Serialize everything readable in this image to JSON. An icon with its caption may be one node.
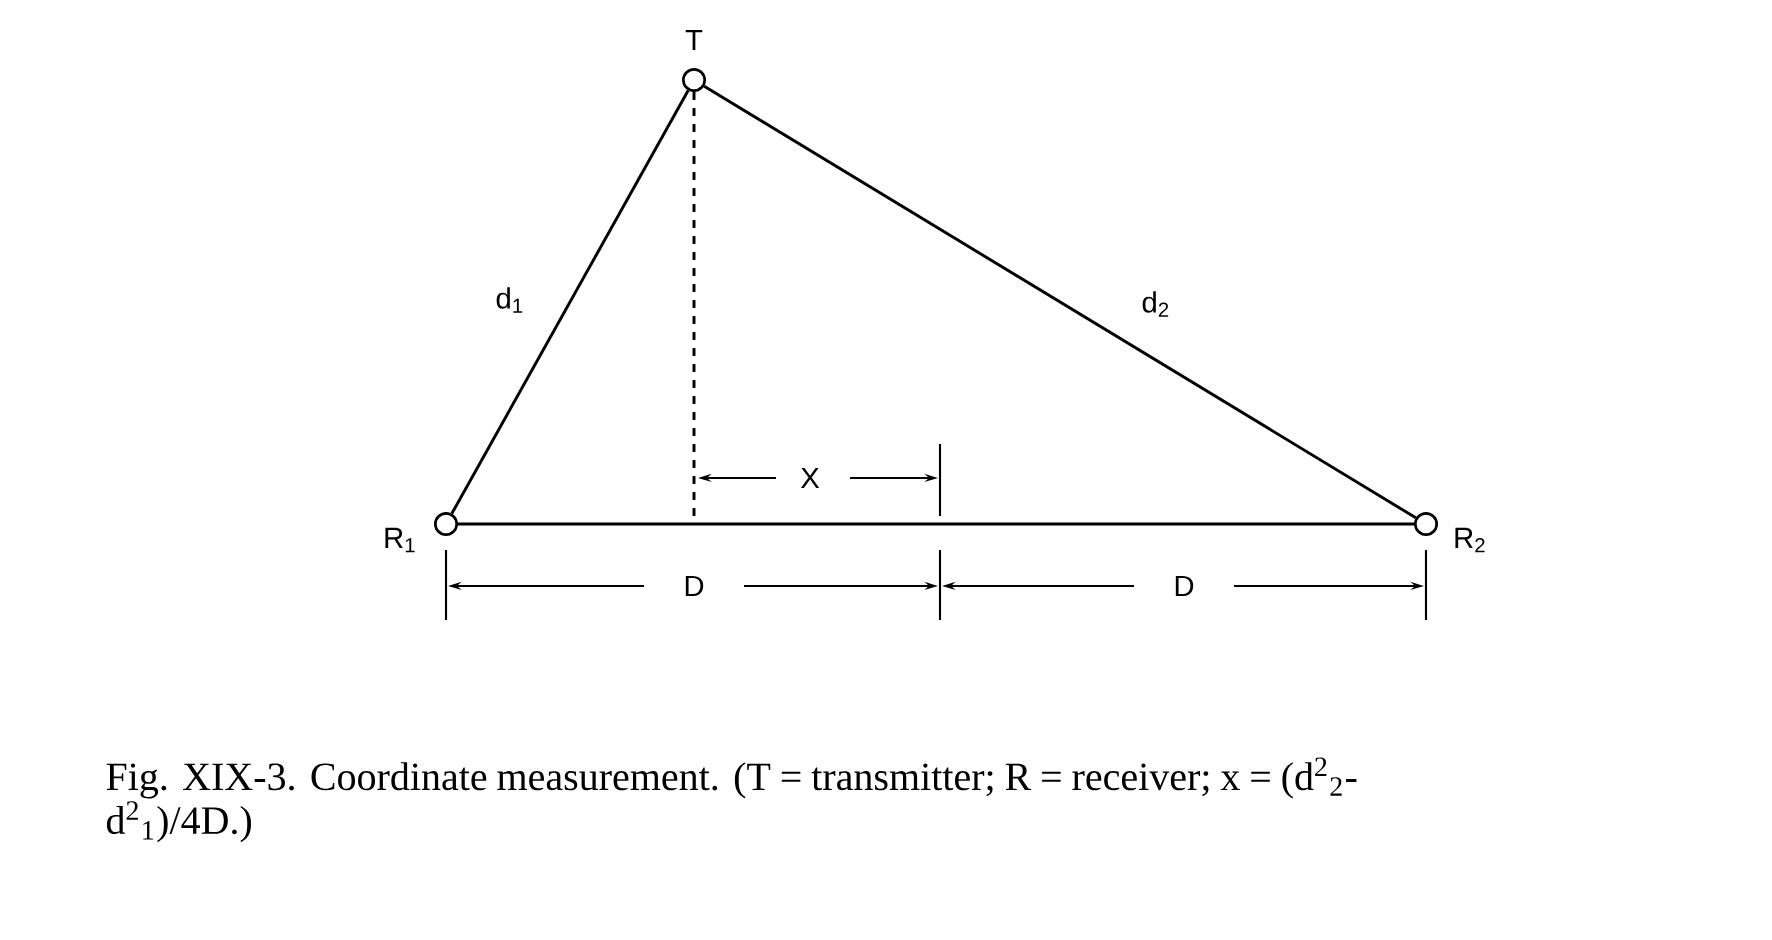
{
  "diagram": {
    "caption": "Fig. XIX-3. Coordinate measurement. (T = transmitter; R = receiver; x = (d$^{2}$$_{2}$-d$^{2}$$_{1}$)/4D.)",
    "nodes": [
      {
        "text": [],
        "shape": "circle",
        "beside": [
          "T"
        ]
      },
      {
        "text": [],
        "shape": "circle",
        "beside": [
          "R$_{1}$"
        ]
      },
      {
        "text": [],
        "shape": "circle",
        "beside": [
          "R$_{2}$"
        ]
      }
    ],
    "edges": [
      {
        "from": 0,
        "to": 1,
        "arrow": "none",
        "label": "d$_{1}$"
      },
      {
        "from": 0,
        "to": 2,
        "arrow": "none",
        "label": "d$_{2}$"
      },
      {
        "from": 1,
        "to": 2,
        "arrow": "none"
      },
      {
        "from": 0,
        "to": null,
        "arrow": "none",
        "style": "dashed"
      }
    ],
    "labels": [
      "X",
      "D",
      "D"
    ]
  }
}
